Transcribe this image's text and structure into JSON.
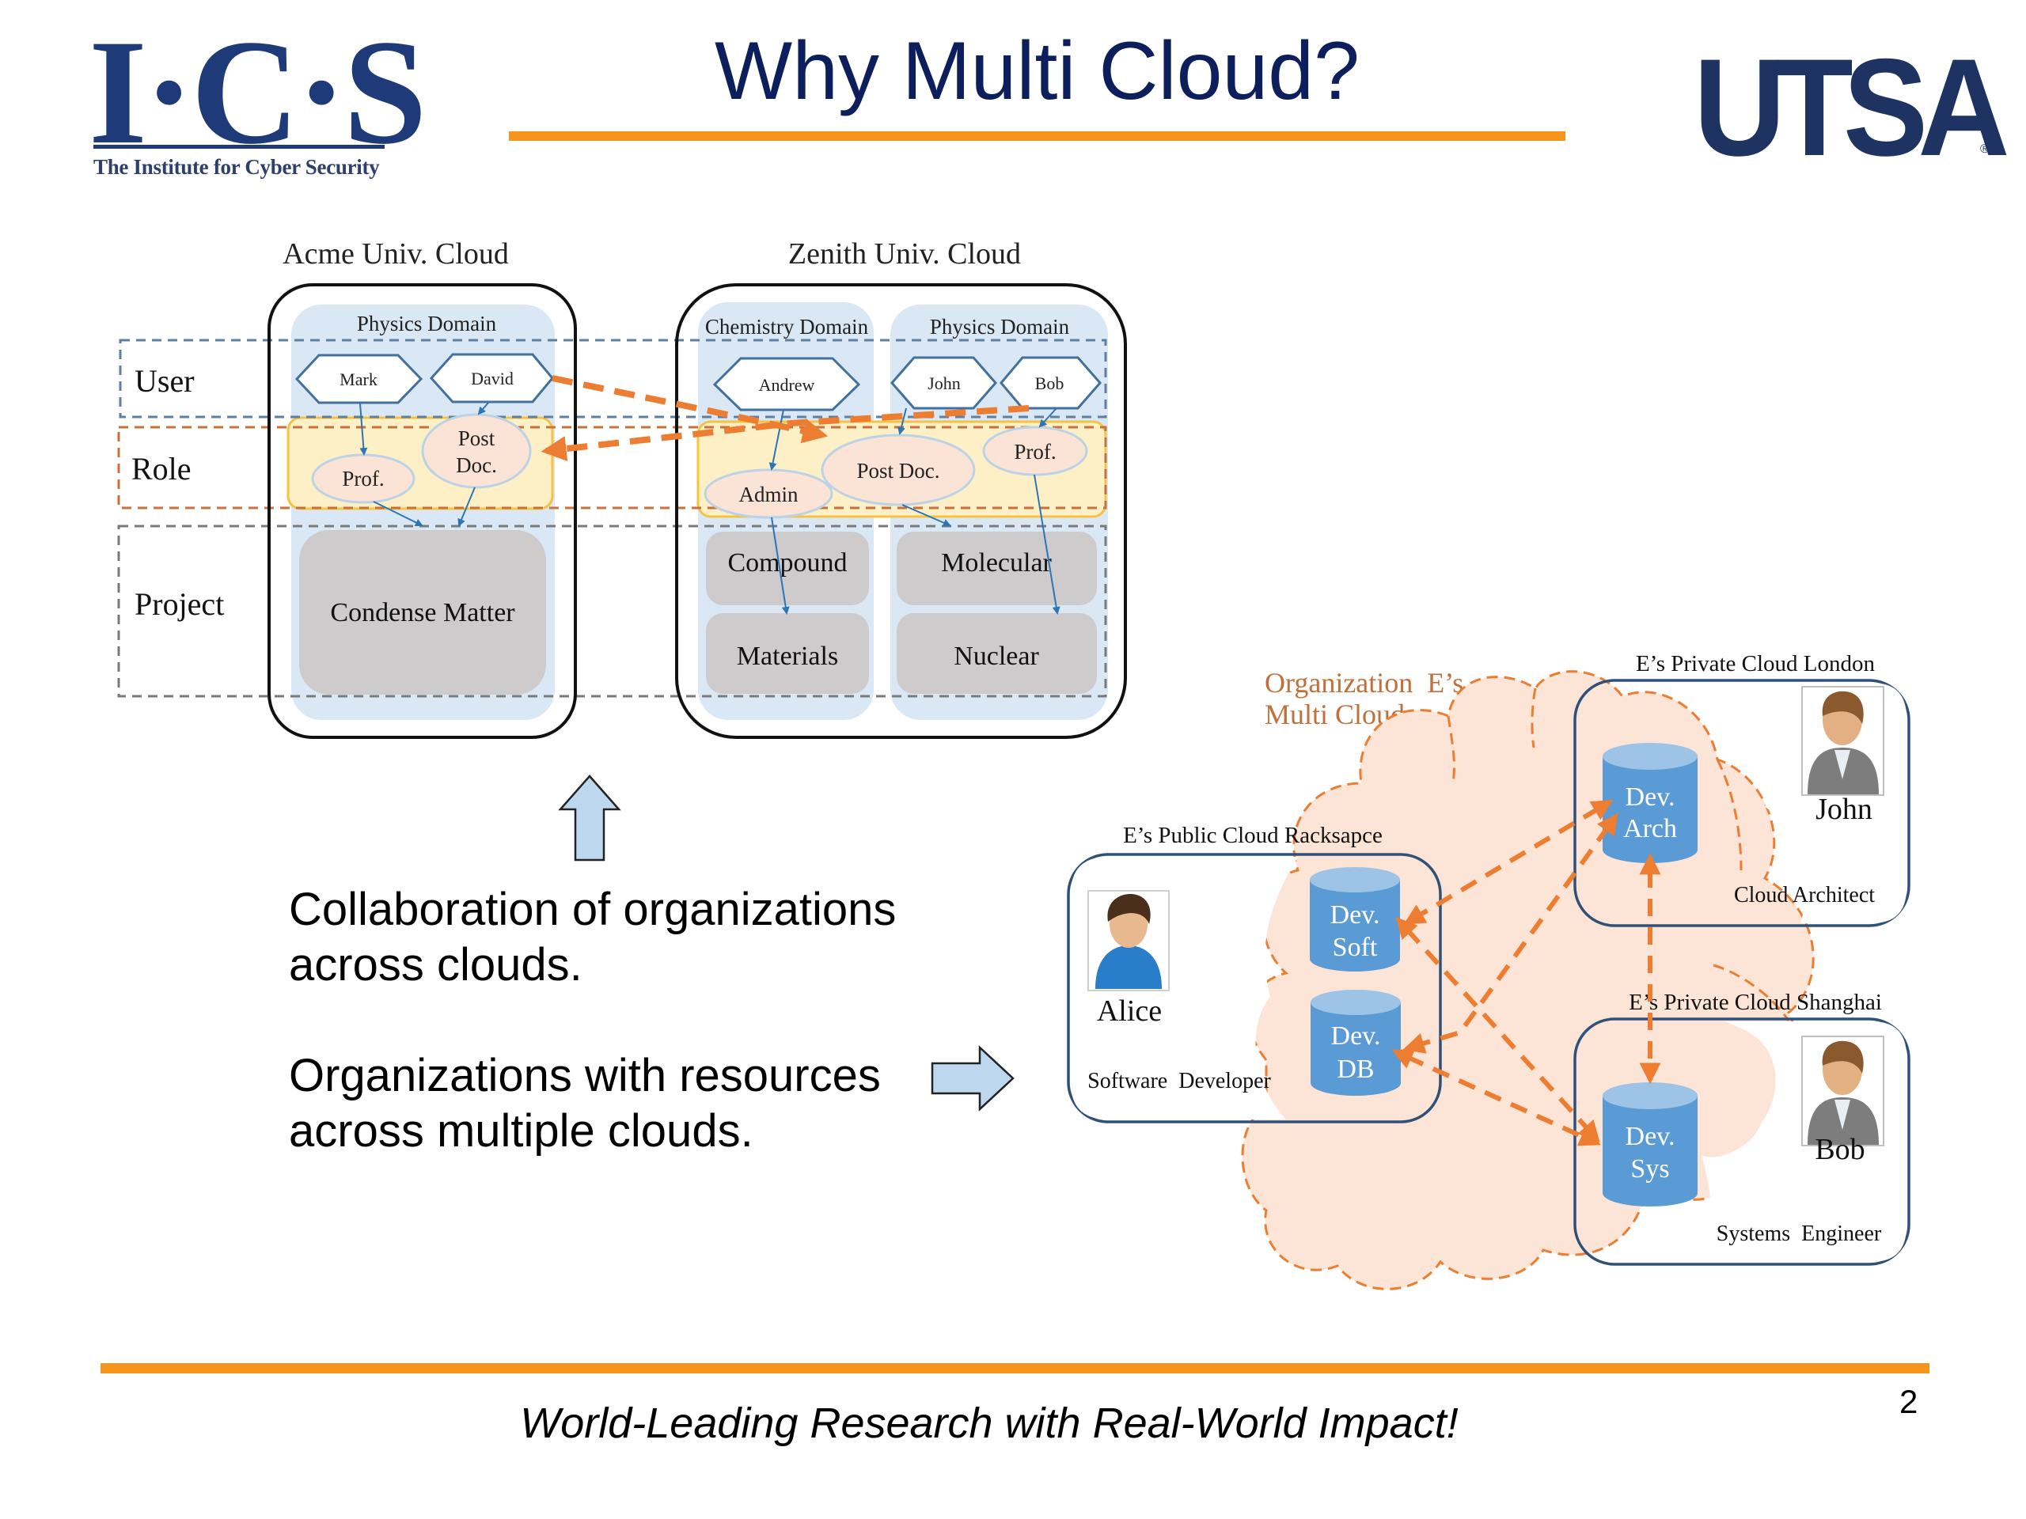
{
  "header": {
    "logo_left": {
      "letters": "I·C·S",
      "subtitle": "The Institute for Cyber Security"
    },
    "title": "Why Multi Cloud?",
    "logo_right": {
      "text": "UTSA",
      "mark": "®"
    }
  },
  "colors": {
    "accent_orange": "#f7941d",
    "title_navy": "#0c1f5c",
    "logo_navy": "#1f3a78",
    "domain_blue": "#d9e8f6",
    "role_yellow": "#fdefc6",
    "role_ellipse": "#fbe3d6",
    "project_gray": "#cdcbcb",
    "cylinder_blue": "#5b9bd5",
    "cloud_peach": "#fce4d6",
    "arrow_orange": "#ed7d31"
  },
  "left_diagram": {
    "layers": [
      "User",
      "Role",
      "Project"
    ],
    "clouds": [
      {
        "label": "Acme Univ. Cloud",
        "domains": [
          {
            "label": "Physics Domain",
            "users": [
              "Mark",
              "David"
            ],
            "roles": [
              "Prof.",
              "Post Doc."
            ],
            "projects": [
              "Condense Matter"
            ]
          }
        ]
      },
      {
        "label": "Zenith Univ. Cloud",
        "domains": [
          {
            "label": "Chemistry Domain",
            "users": [
              "Andrew"
            ],
            "roles": [
              "Admin"
            ],
            "projects": [
              "Compound",
              "Materials"
            ]
          },
          {
            "label": "Physics Domain",
            "users": [
              "John",
              "Bob"
            ],
            "roles": [
              "Post Doc.",
              "Prof."
            ],
            "projects": [
              "Molecular",
              "Nuclear"
            ]
          }
        ]
      }
    ],
    "role_post_doc_two_line": [
      "Post",
      "Doc."
    ],
    "cross_cloud_links": [
      {
        "from": "David (Acme)",
        "to": "Post Doc. (Zenith)"
      },
      {
        "from": "Bob (Zenith)",
        "to": "Post Doc. (Acme)"
      }
    ]
  },
  "text_points": [
    {
      "lines": [
        "Collaboration of organizations",
        "across clouds."
      ]
    },
    {
      "lines": [
        "Organizations with resources",
        "across multiple clouds."
      ]
    }
  ],
  "right_diagram": {
    "org_label": [
      "Organization  E’s",
      "Multi Cloud"
    ],
    "clouds": [
      {
        "label": "E’s Public Cloud Racksapce",
        "user": "Alice",
        "role": "Software  Developer",
        "resources": [
          [
            "Dev.",
            "Soft"
          ],
          [
            "Dev.",
            "DB"
          ]
        ]
      },
      {
        "label": "E’s Private Cloud London",
        "user": "John",
        "role": "Cloud Architect",
        "resources": [
          [
            "Dev.",
            "Arch"
          ]
        ]
      },
      {
        "label": "E’s Private Cloud Shanghai",
        "user": "Bob",
        "role": "Systems  Engineer",
        "resources": [
          [
            "Dev.",
            "Sys"
          ]
        ]
      }
    ]
  },
  "footer": {
    "tagline": "World-Leading Research with Real-World Impact!",
    "page_number": "2"
  }
}
